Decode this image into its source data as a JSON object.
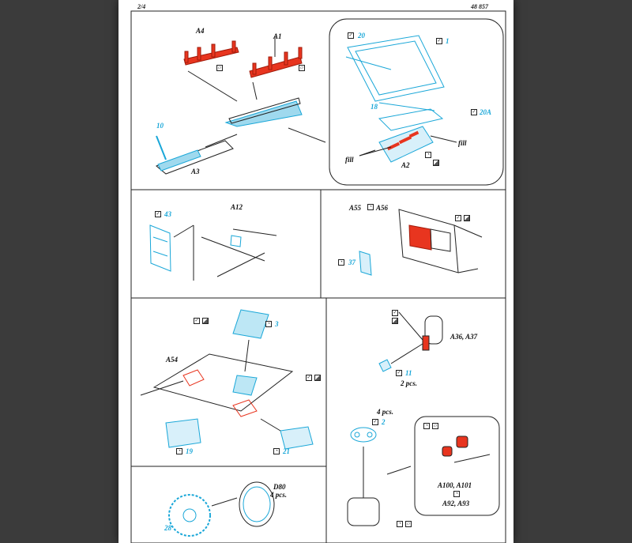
{
  "header": {
    "page": "2/4",
    "code": "48 857"
  },
  "colors": {
    "etch": "#1aa7d8",
    "plastic_red": "#e8351f",
    "line": "#222222",
    "background": "#3b3b3b"
  },
  "section1": {
    "label_a4": "A4",
    "label_a1": "A1",
    "label_a3": "A3",
    "label_a2": "A2",
    "part_10": "10",
    "part_20": "20",
    "part_1": "1",
    "part_18": "18",
    "part_20a": "20A",
    "fill_right": "fill",
    "fill_left": "fill"
  },
  "section2": {
    "part_43": "43",
    "label_a12": "A12"
  },
  "section3": {
    "label_a55": "A55",
    "label_a56": "A56",
    "part_37": "37"
  },
  "section4": {
    "label_a54": "A54",
    "part_3": "3",
    "part_19": "19",
    "part_21": "21"
  },
  "section5": {
    "label_a36_a37": "A36, A37",
    "part_11": "11",
    "qty_2": "2 pcs."
  },
  "section6": {
    "label_d80": "D80",
    "qty_d80": "4 pcs.",
    "part_28": "28"
  },
  "section7": {
    "qty_4": "4 pcs.",
    "part_2": "2",
    "label_a100_a101": "A100, A101",
    "label_a92_a93": "A92, A93"
  },
  "icons": [
    "bend-icon",
    "cut-icon",
    "remove-icon",
    "paint-icon"
  ]
}
